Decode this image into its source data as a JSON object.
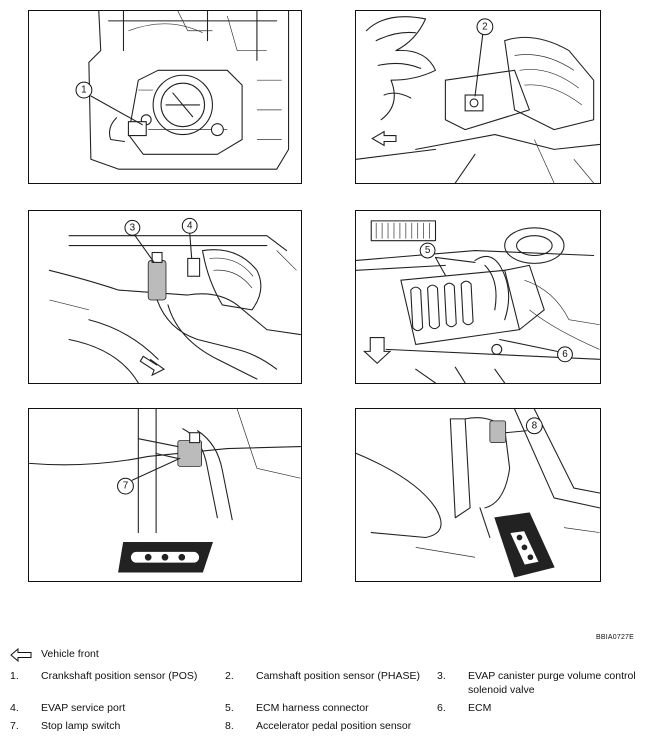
{
  "figure_code": "BBIA0727E",
  "legend": {
    "vehicle_front": "Vehicle front",
    "items": [
      {
        "num": "1.",
        "label": "Crankshaft position sensor (POS)"
      },
      {
        "num": "2.",
        "label": "Camshaft position sensor (PHASE)"
      },
      {
        "num": "3.",
        "label": "EVAP canister purge volume control solenoid valve"
      },
      {
        "num": "4.",
        "label": "EVAP service port"
      },
      {
        "num": "5.",
        "label": "ECM harness connector"
      },
      {
        "num": "6.",
        "label": "ECM"
      },
      {
        "num": "7.",
        "label": "Stop lamp switch"
      },
      {
        "num": "8.",
        "label": "Accelerator pedal position sensor"
      }
    ]
  },
  "callouts": [
    "1",
    "2",
    "3",
    "4",
    "5",
    "6",
    "7",
    "8"
  ],
  "icons": {
    "front_arrow": "arrow-left-outline-icon"
  },
  "colors": {
    "line": "#222222",
    "background": "#ffffff"
  }
}
